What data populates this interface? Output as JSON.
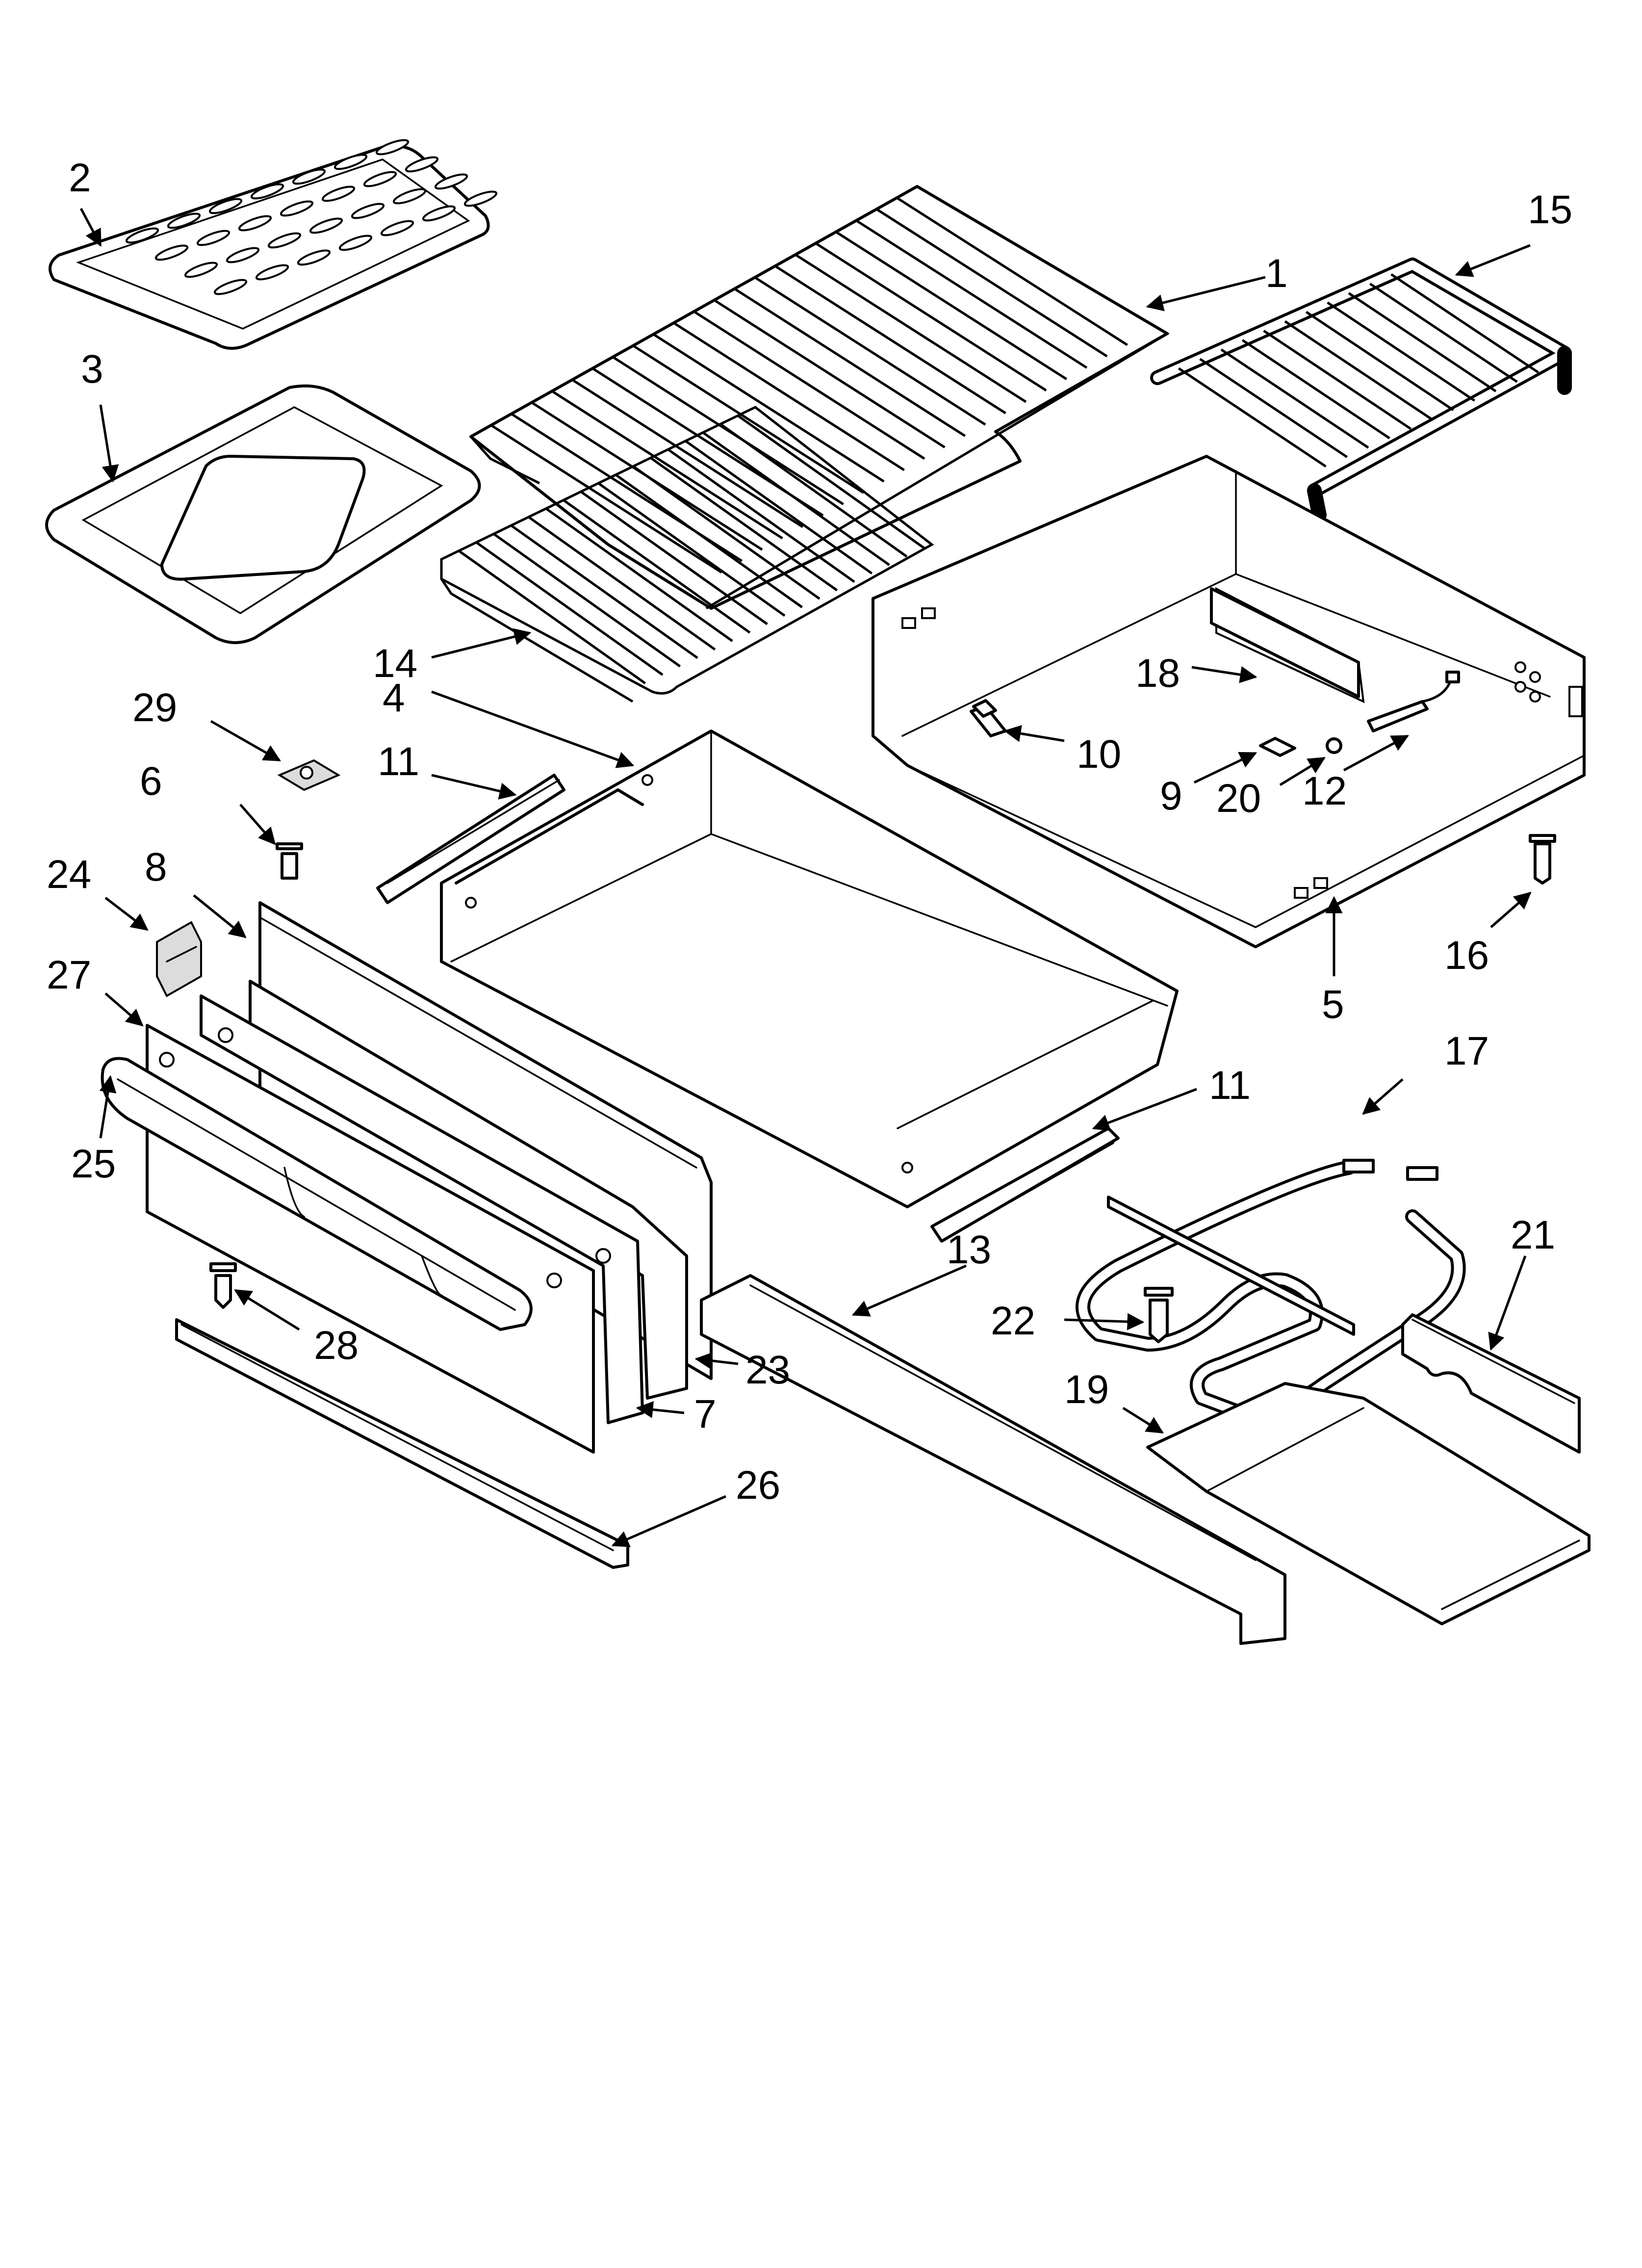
{
  "diagram": {
    "accent_color": "#000000",
    "background_color": "#ffffff",
    "callouts": [
      {
        "id": "c1",
        "text": "1"
      },
      {
        "id": "c2",
        "text": "2"
      },
      {
        "id": "c3",
        "text": "3"
      },
      {
        "id": "c4",
        "text": "4"
      },
      {
        "id": "c5",
        "text": "5"
      },
      {
        "id": "c6",
        "text": "6"
      },
      {
        "id": "c7",
        "text": "7"
      },
      {
        "id": "c8",
        "text": "8"
      },
      {
        "id": "c9",
        "text": "9"
      },
      {
        "id": "c10",
        "text": "10"
      },
      {
        "id": "c11a",
        "text": "11"
      },
      {
        "id": "c11b",
        "text": "11"
      },
      {
        "id": "c12",
        "text": "12"
      },
      {
        "id": "c13",
        "text": "13"
      },
      {
        "id": "c14",
        "text": "14"
      },
      {
        "id": "c15",
        "text": "15"
      },
      {
        "id": "c16",
        "text": "16"
      },
      {
        "id": "c17",
        "text": "17"
      },
      {
        "id": "c18",
        "text": "18"
      },
      {
        "id": "c19",
        "text": "19"
      },
      {
        "id": "c20",
        "text": "20"
      },
      {
        "id": "c21",
        "text": "21"
      },
      {
        "id": "c22",
        "text": "22"
      },
      {
        "id": "c23",
        "text": "23"
      },
      {
        "id": "c24",
        "text": "24"
      },
      {
        "id": "c25",
        "text": "25"
      },
      {
        "id": "c26",
        "text": "26"
      },
      {
        "id": "c27",
        "text": "27"
      },
      {
        "id": "c28",
        "text": "28"
      },
      {
        "id": "c29",
        "text": "29"
      }
    ]
  }
}
